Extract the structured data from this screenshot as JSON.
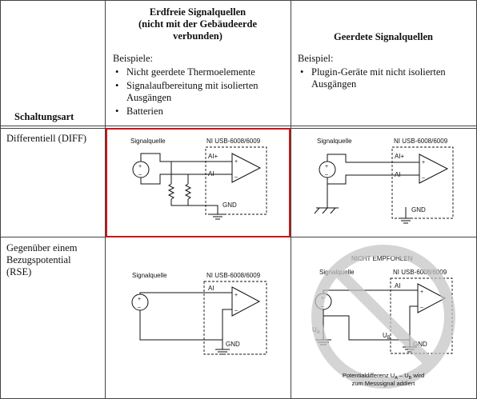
{
  "header": {
    "col_label": "Schaltungsart",
    "floating": {
      "title": "Erdfreie Signalquellen\n(nicht mit der Gebäudeerde\nverbunden)",
      "examples_label": "Beispiele:",
      "examples": [
        "Nicht geerdete Thermoelemente",
        "Signalaufbereitung mit isolierten Ausgängen",
        "Batterien"
      ]
    },
    "grounded": {
      "title": "Geerdete Signalquellen",
      "examples_label": "Beispiel:",
      "examples": [
        "Plugin-Geräte mit nicht isolierten Ausgängen"
      ]
    }
  },
  "rows": {
    "diff": {
      "label": "Differentiell (DIFF)"
    },
    "rse": {
      "label": "Gegenüber einem\nBezugspotential\n(RSE)"
    }
  },
  "diagrams": {
    "source_label": "Signalquelle",
    "device_label": "NI USB-6008/6009",
    "ai_plus": "AI+",
    "ai_minus": "AI–",
    "ai": "AI",
    "gnd": "GND",
    "plus": "+",
    "minus": "–",
    "not_recommended": "NICHT EMPFOHLEN",
    "ua_main": "U",
    "ua_sub": "A",
    "ub_main": "U",
    "ub_sub": "B",
    "potential_line1_a": "Potentialdifferenz U",
    "potential_line1_sub_a": "A",
    "potential_line1_b": " – U",
    "potential_line1_sub_b": "B",
    "potential_line1_c": " wird",
    "potential_line2": "zum Messsignal addiert"
  },
  "colors": {
    "highlight": "#d01414",
    "prohibition": "#c8c8c8",
    "ink": "#111111"
  }
}
